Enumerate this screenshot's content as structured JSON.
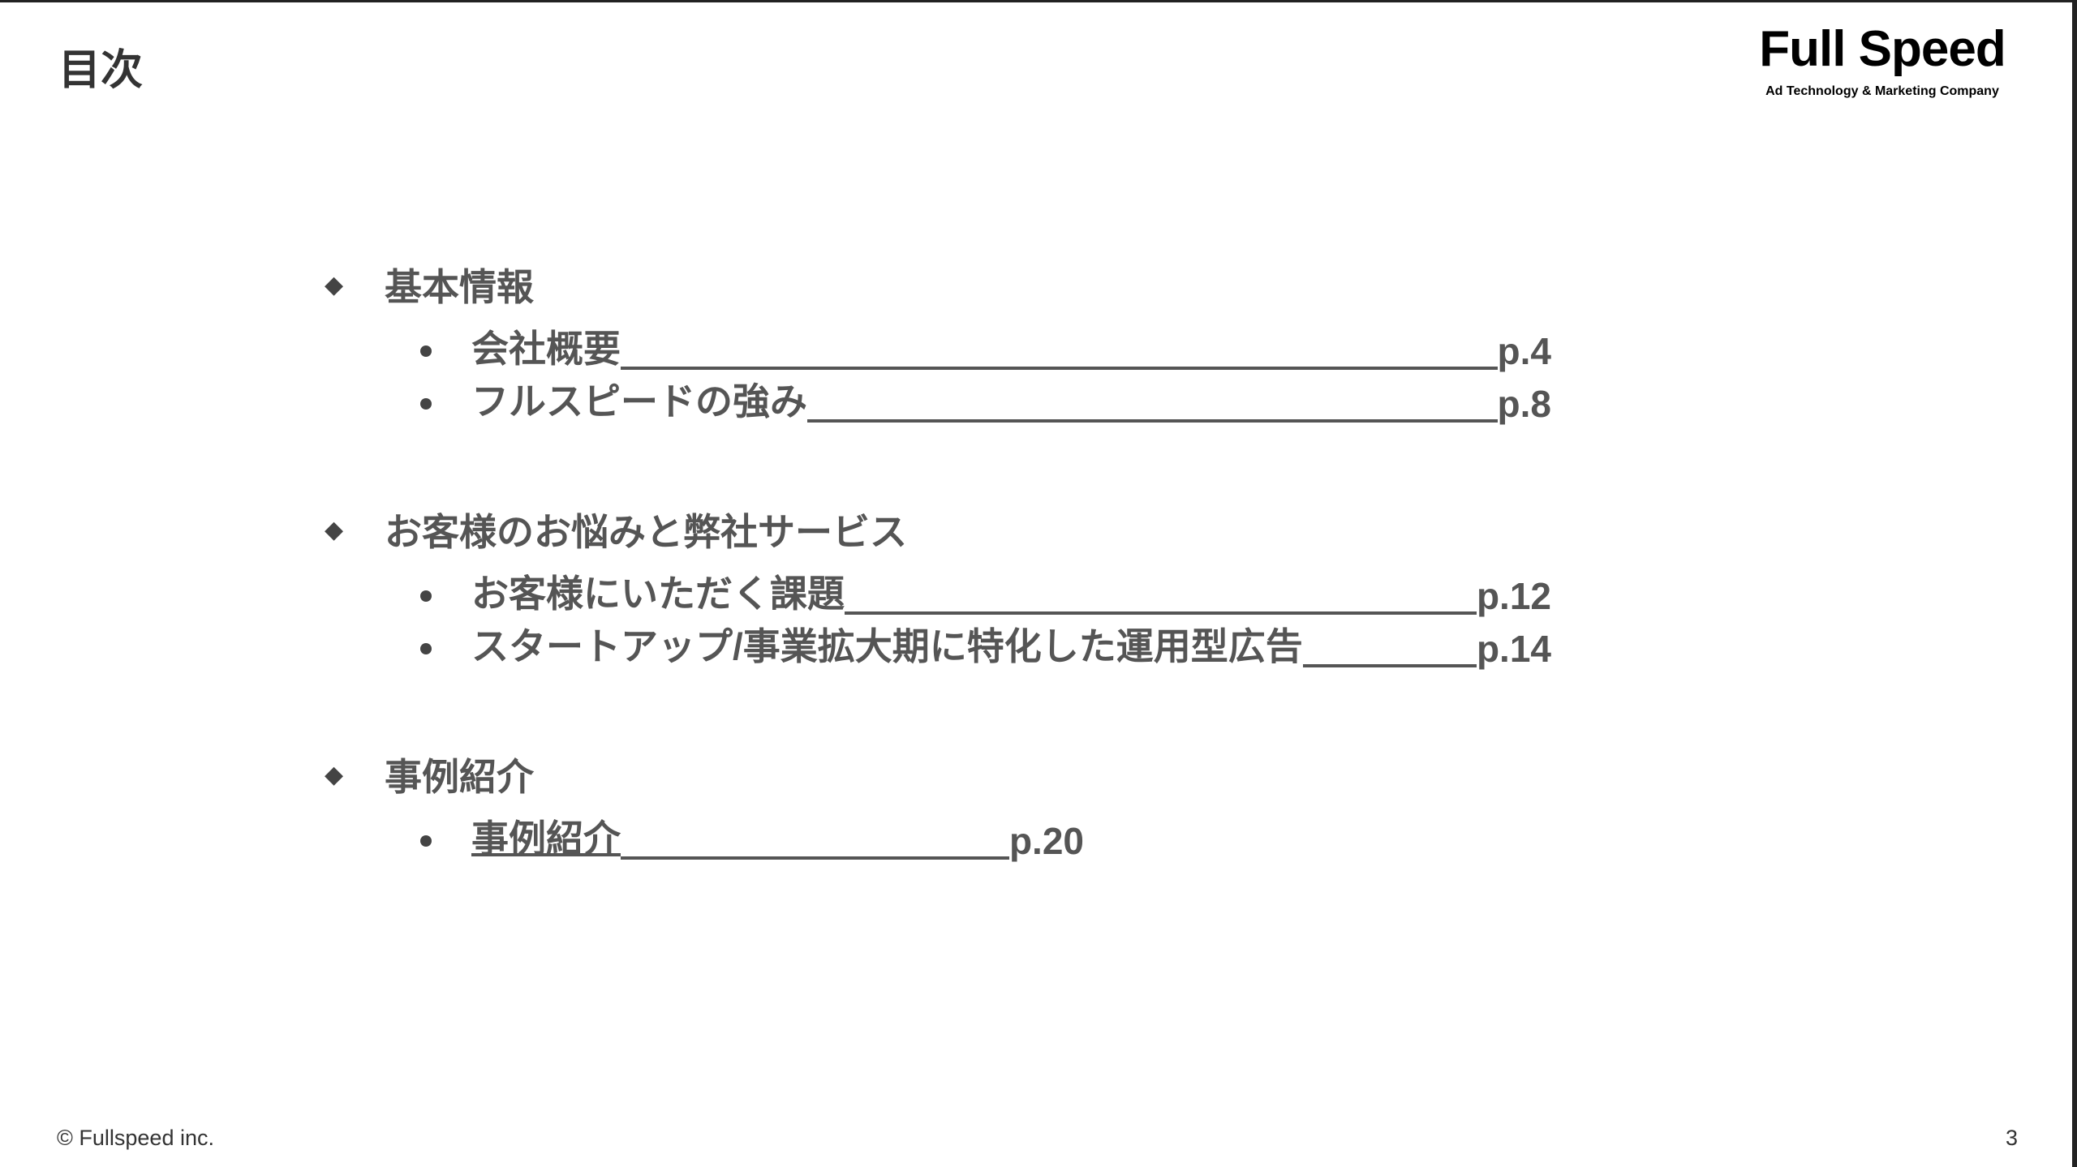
{
  "header": {
    "title": "目次"
  },
  "logo": {
    "name": "Full Speed",
    "tagline": "Ad Technology & Marketing Company"
  },
  "sections": [
    {
      "title": "基本情報",
      "items": [
        {
          "label": "会社概要",
          "page": "p.4"
        },
        {
          "label": "フルスピードの強み",
          "page": "p.8"
        }
      ]
    },
    {
      "title": "お客様のお悩みと弊社サービス",
      "items": [
        {
          "label": "お客様にいただく課題",
          "page": "p.12"
        },
        {
          "label": "スタートアップ/事業拡大期に特化した運用型広告",
          "page": "p.14"
        }
      ]
    },
    {
      "title": "事例紹介",
      "items": [
        {
          "label": "事例紹介",
          "page": "p.20"
        }
      ]
    }
  ],
  "footer": {
    "copyright": "© Fullspeed inc.",
    "page_number": "3"
  }
}
